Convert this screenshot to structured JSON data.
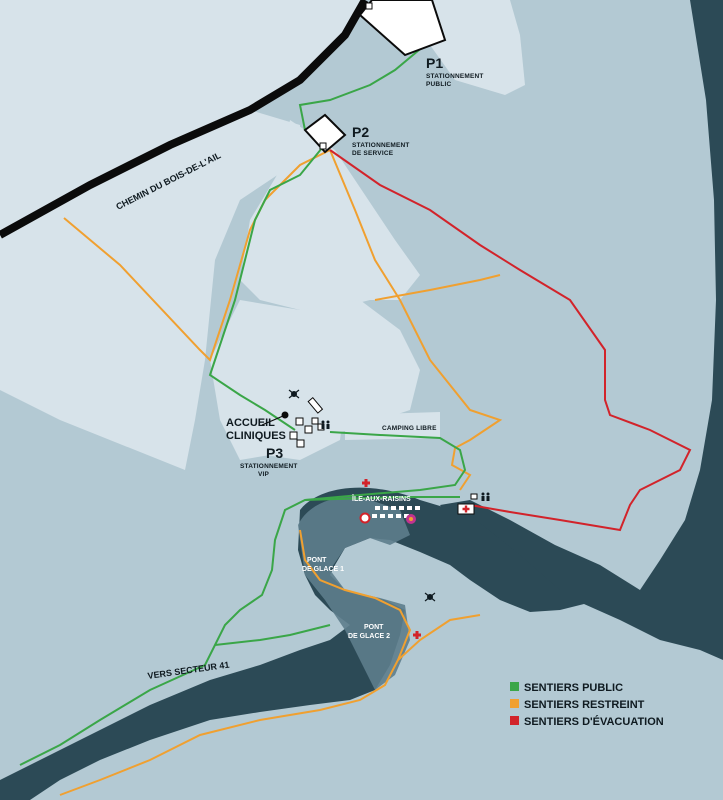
{
  "map": {
    "colors": {
      "water_light": "#b3c9d3",
      "land_light": "#d7e3ea",
      "water_dark": "#2c4a56",
      "shoal": "#5d7d8c",
      "road": "#0b0b0b",
      "trail_public": "#3aa648",
      "trail_restricted": "#f0a030",
      "trail_evacuation": "#d2232a"
    },
    "road_label": "CHEMIN DU BOIS-DE-L'AIL",
    "parkings": {
      "p1": {
        "code": "P1",
        "line1": "STATIONNEMENT",
        "line2": "PUBLIC"
      },
      "p2": {
        "code": "P2",
        "line1": "STATIONNEMENT",
        "line2": "DE SERVICE"
      },
      "p3": {
        "code": "P3",
        "line1": "STATIONNEMENT",
        "line2": "VIP"
      }
    },
    "accueil": {
      "line1": "ACCUEIL",
      "line2": "CLINIQUES"
    },
    "camping": "CAMPING LIBRE",
    "island": "ÎLE-AUX-RAISINS",
    "bridge1": {
      "line1": "PONT",
      "line2": "DE GLACE 1"
    },
    "bridge2": {
      "line1": "PONT",
      "line2": "DE GLACE 2"
    },
    "vers_secteur": "VERS SECTEUR 41",
    "legend": [
      {
        "label": "SENTIERS PUBLIC",
        "color": "#3aa648"
      },
      {
        "label": "SENTIERS RESTREINT",
        "color": "#f0a030"
      },
      {
        "label": "SENTIERS D'ÉVACUATION",
        "color": "#d2232a"
      }
    ],
    "icons": [
      "first-aid-icon",
      "toilets-icon",
      "lifebuoy-icon",
      "campfire-icon",
      "tent-icon"
    ]
  }
}
